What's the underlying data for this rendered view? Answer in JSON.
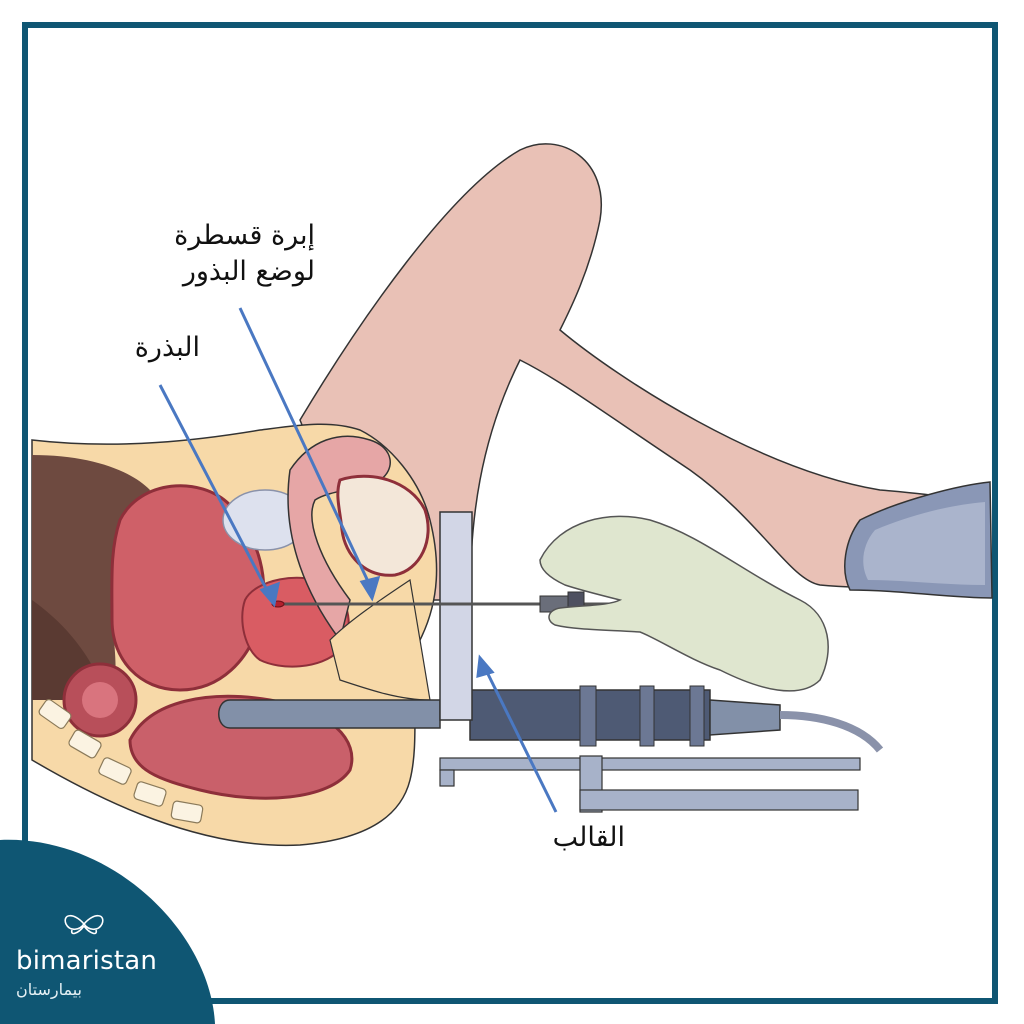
{
  "colors": {
    "frame": "#0f5673",
    "brand": "#0f5673",
    "arrow": "#4a78c2",
    "skin": "#e9c1b6",
    "glove": "#dfe6cf",
    "template_plate": "#d2d6e6",
    "probe": "#8290a8"
  },
  "labels": {
    "needle_line1": "إبرة قسطرة",
    "needle_line2": "لوضع البذور",
    "seed": "البذرة",
    "template": "القالب"
  },
  "logo": {
    "name": "bimaristan",
    "arabic": "بيمارستان",
    "icon": "butterfly-icon"
  }
}
